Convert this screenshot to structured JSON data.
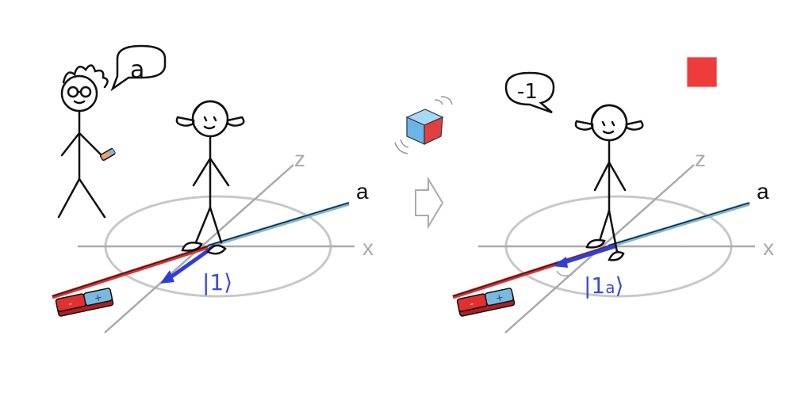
{
  "left_panel": {
    "speech_bubble_text": "a",
    "axes": {
      "x": "x",
      "z": "z",
      "a": "a"
    },
    "state_label": "|1⟩",
    "colors": {
      "vector": "#2f3fd6",
      "a_axis_neg": "#e03030",
      "a_axis_pos": "#7ab8e0",
      "circle": "#c8c8c8",
      "axis": "#aaaaaa"
    }
  },
  "transition_arrow": {
    "icon": "hollow-right-arrow-icon"
  },
  "measurement_device": {
    "icon": "cube-meter-icon",
    "colors": {
      "body": "#6ab4ea",
      "side": "#e04040"
    }
  },
  "right_panel": {
    "speech_bubble_text": "-1",
    "axes": {
      "x": "x",
      "z": "z",
      "a": "a"
    },
    "state_label": {
      "prefix": "|1",
      "subscript": "a",
      "suffix": "⟩"
    },
    "indicator": {
      "color": "#ee3b3b"
    },
    "colors": {
      "vector": "#2f3fd6",
      "a_axis_neg": "#e03030",
      "a_axis_pos": "#7ab8e0",
      "circle": "#c8c8c8",
      "axis": "#aaaaaa"
    }
  }
}
